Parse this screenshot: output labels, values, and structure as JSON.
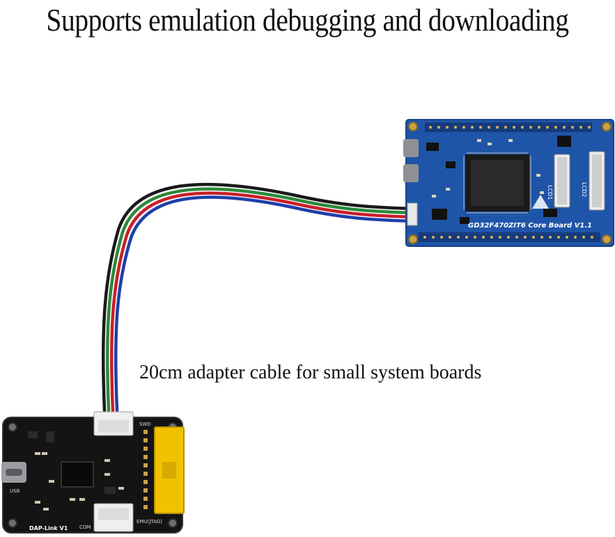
{
  "headline": "Supports emulation debugging and downloading",
  "caption": "20cm adapter cable for small system boards",
  "core_board": {
    "silkscreen_label": "GD32F470ZIT6 Core Board V1.1",
    "connector_labels": [
      "LCD1",
      "LCD2"
    ]
  },
  "debugger_board": {
    "silkscreen_label": "DAP-Link V1",
    "port_labels": [
      "SWD",
      "USB",
      "COM",
      "EMU(JTAG)"
    ]
  },
  "colors": {
    "core_board_pcb": "#1f55a8",
    "debugger_pcb": "#141414",
    "jtag_header": "#f2c200",
    "wire_colors": [
      "#1a1a1a",
      "#2c8a3a",
      "#c8202a",
      "#1f3fa8"
    ]
  }
}
